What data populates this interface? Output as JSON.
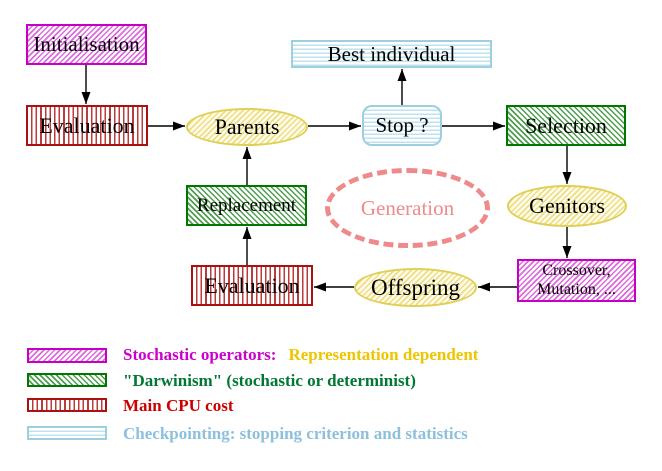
{
  "diagram": {
    "nodes": {
      "initialisation": "Initialisation",
      "evaluation_top": "Evaluation",
      "parents": "Parents",
      "best_individual": "Best individual",
      "stop": "Stop ?",
      "selection": "Selection",
      "genitors": "Genitors",
      "crossover_line1": "Crossover,",
      "crossover_line2": "Mutation, ...",
      "offspring": "Offspring",
      "evaluation_bottom": "Evaluation",
      "replacement": "Replacement",
      "generation": "Generation"
    },
    "colors": {
      "stochastic_magenta": "#cc00cc",
      "darwinism_green": "#007700",
      "cpu_red": "#aa1111",
      "checkpoint_cyan": "#9ecfdf",
      "population_yellow": "#e0cf55",
      "generation_salmon": "#ee8a8a",
      "representation_gold": "#edc500",
      "arrow_black": "#000000",
      "background": "#ffffff"
    }
  },
  "legend": {
    "items": [
      {
        "swatch_icon": "magenta-diagonal-hatch-swatch",
        "label": "Stochastic operators:",
        "label2": "Representation dependent"
      },
      {
        "swatch_icon": "green-diagonal-hatch-swatch",
        "label": "\"Darwinism\" (stochastic or determinist)",
        "label2": ""
      },
      {
        "swatch_icon": "red-vertical-stripe-swatch",
        "label": "Main CPU cost",
        "label2": ""
      },
      {
        "swatch_icon": "cyan-horizontal-stripe-swatch",
        "label": "Checkpointing: stopping criterion and statistics",
        "label2": ""
      }
    ]
  }
}
